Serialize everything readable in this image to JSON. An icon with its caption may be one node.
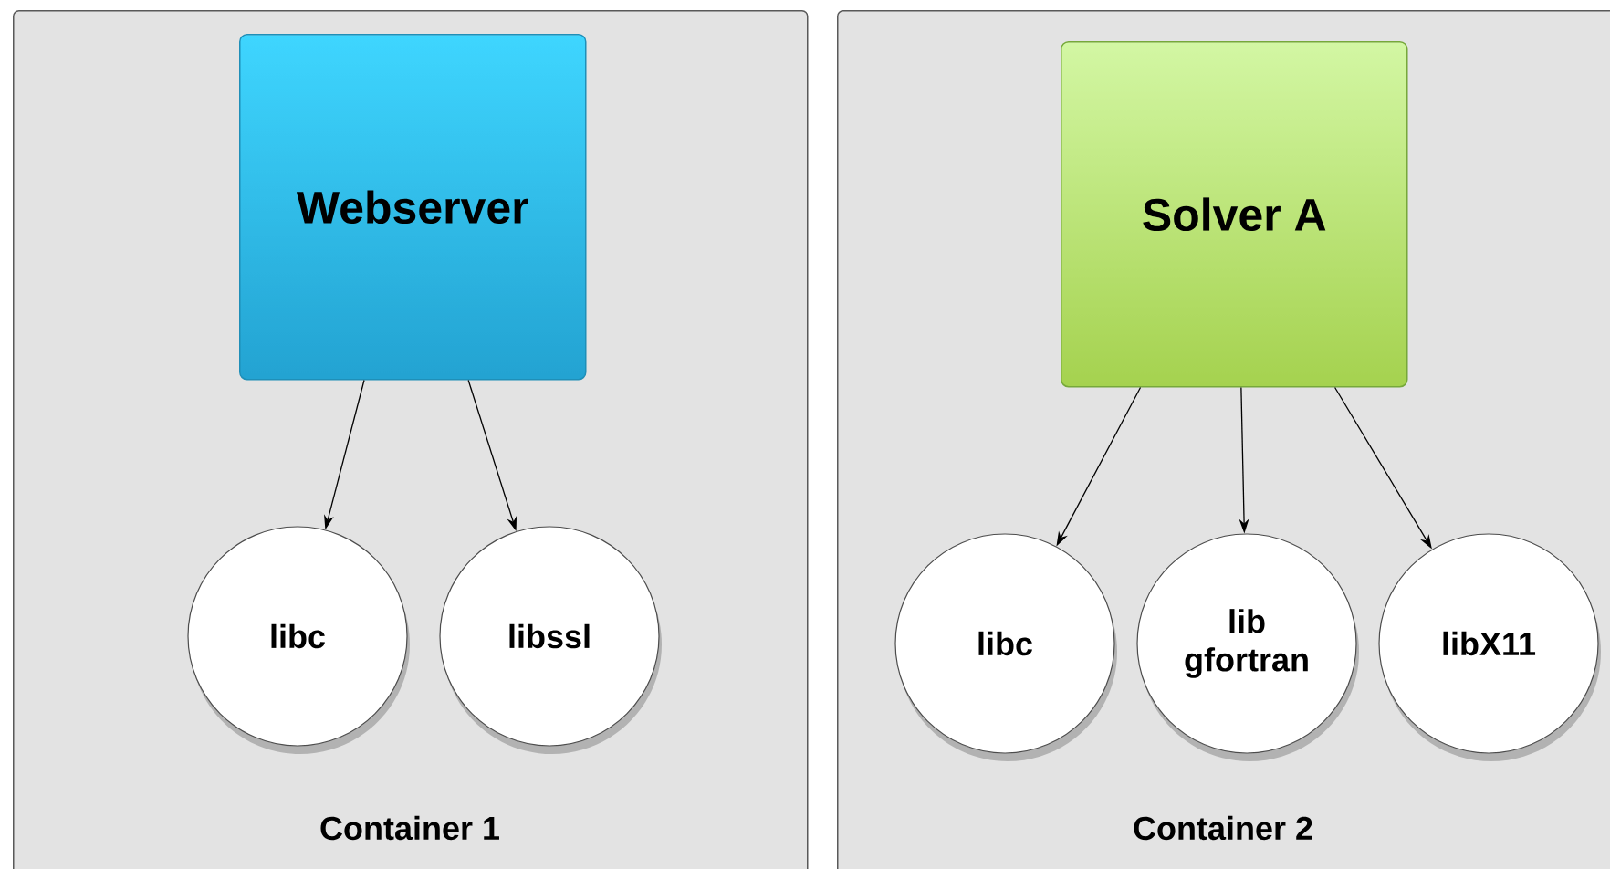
{
  "diagram": {
    "nodes": [
      {
        "text": [
          "Container 1"
        ]
      },
      {
        "text": [
          "Webserver"
        ],
        "in": 0
      },
      {
        "text": [
          "libc"
        ],
        "in": 0
      },
      {
        "text": [
          "libssl"
        ],
        "in": 0
      },
      {
        "text": [
          "Container 2"
        ]
      },
      {
        "text": [
          "Solver A"
        ],
        "in": 4
      },
      {
        "text": [
          "libc"
        ],
        "in": 4
      },
      {
        "text": [
          "lib gfortran"
        ],
        "in": 4
      },
      {
        "text": [
          "libX11"
        ],
        "in": 4
      }
    ],
    "edges": [
      {
        "from": 1,
        "to": 2,
        "arrow": "to"
      },
      {
        "from": 1,
        "to": 3,
        "arrow": "to"
      },
      {
        "from": 5,
        "to": 6,
        "arrow": "to"
      },
      {
        "from": 5,
        "to": 7,
        "arrow": "to"
      },
      {
        "from": 5,
        "to": 8,
        "arrow": "to"
      }
    ]
  }
}
